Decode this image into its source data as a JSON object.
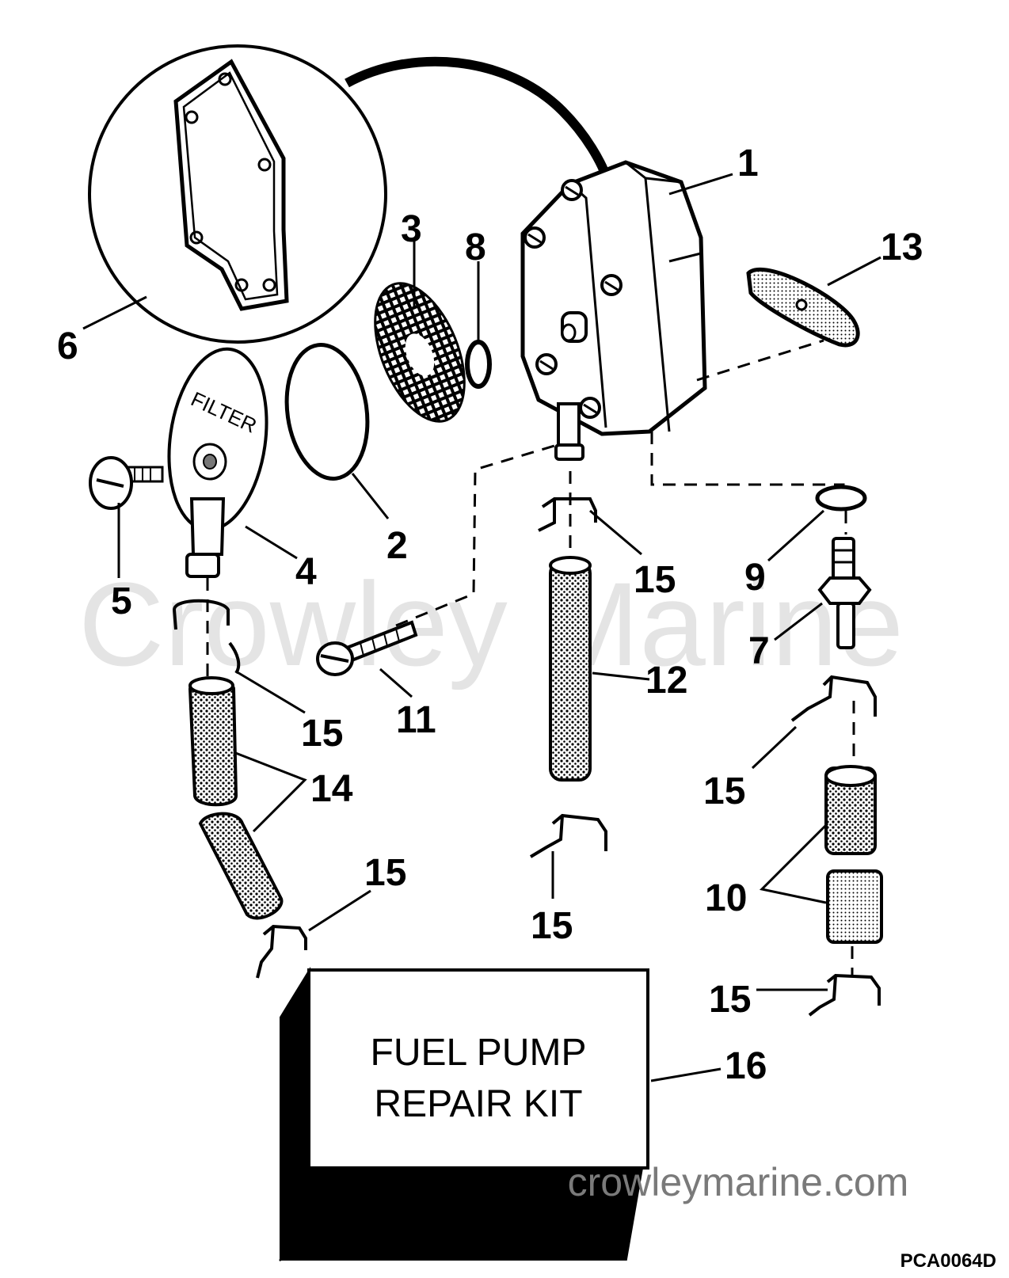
{
  "watermark": "Crowley Marine",
  "site_url": "crowleymarine.com",
  "drawing_code": "PCA0064D",
  "kit_label": {
    "line1": "FUEL PUMP",
    "line2": "REPAIR KIT"
  },
  "callouts": {
    "c1": "1",
    "c2": "2",
    "c3": "3",
    "c4": "4",
    "c5": "5",
    "c6": "6",
    "c7": "7",
    "c8": "8",
    "c9": "9",
    "c10": "10",
    "c11": "11",
    "c12": "12",
    "c13": "13",
    "c14": "14",
    "c15": "15",
    "c16": "16"
  },
  "filter_text": "FILTER",
  "colors": {
    "ink": "#000000",
    "watermark": "#e4e4e4",
    "site": "#7a7a7a"
  }
}
